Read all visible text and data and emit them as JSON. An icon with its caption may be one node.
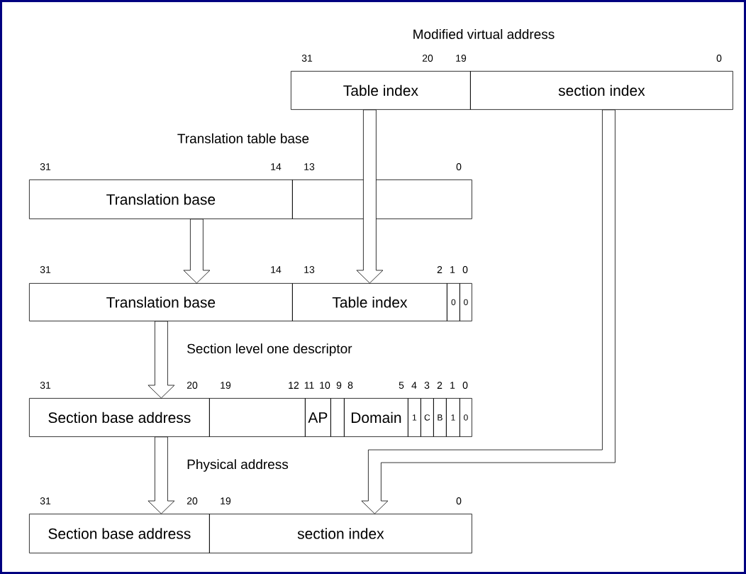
{
  "diagram": {
    "nodes": [
      {
        "text": [
          "Table index"
        ]
      },
      {
        "text": [
          "section index"
        ]
      },
      {
        "text": [
          "Translation base"
        ]
      },
      {
        "text": [],
        "shape": "box"
      },
      {
        "text": [
          "Translation base"
        ]
      },
      {
        "text": [
          "Table index"
        ]
      },
      {
        "text": [
          "0"
        ]
      },
      {
        "text": [
          "0"
        ]
      },
      {
        "text": [
          "Section base address"
        ]
      },
      {
        "text": [],
        "shape": "box"
      },
      {
        "text": [
          "AP"
        ]
      },
      {
        "text": [],
        "shape": "box"
      },
      {
        "text": [
          "Domain"
        ]
      },
      {
        "text": [
          "1"
        ]
      },
      {
        "text": [
          "C"
        ]
      },
      {
        "text": [
          "B"
        ]
      },
      {
        "text": [
          "1"
        ]
      },
      {
        "text": [
          "0"
        ]
      },
      {
        "text": [
          "Section base address"
        ]
      },
      {
        "text": [
          "section index"
        ]
      }
    ],
    "edges": [
      {
        "from": 0,
        "to": 5,
        "arrow": "to"
      },
      {
        "from": 1,
        "to": 19,
        "arrow": "to"
      },
      {
        "from": 2,
        "to": 4,
        "arrow": "to"
      },
      {
        "from": 4,
        "to": 8,
        "arrow": "to"
      },
      {
        "from": 8,
        "to": 18,
        "arrow": "to"
      }
    ],
    "labels": [
      "Modified virtual address",
      "31",
      "20",
      "19",
      "0",
      "Translation table base",
      "31",
      "14",
      "13",
      "0",
      "31",
      "14",
      "13",
      "2",
      "1",
      "0",
      "Section level one descriptor",
      "31",
      "20",
      "19",
      "12",
      "11",
      "10",
      "9",
      "8",
      "5",
      "4",
      "3",
      "2",
      "1",
      "0",
      "Physical address",
      "31",
      "20",
      "19",
      "0"
    ]
  }
}
